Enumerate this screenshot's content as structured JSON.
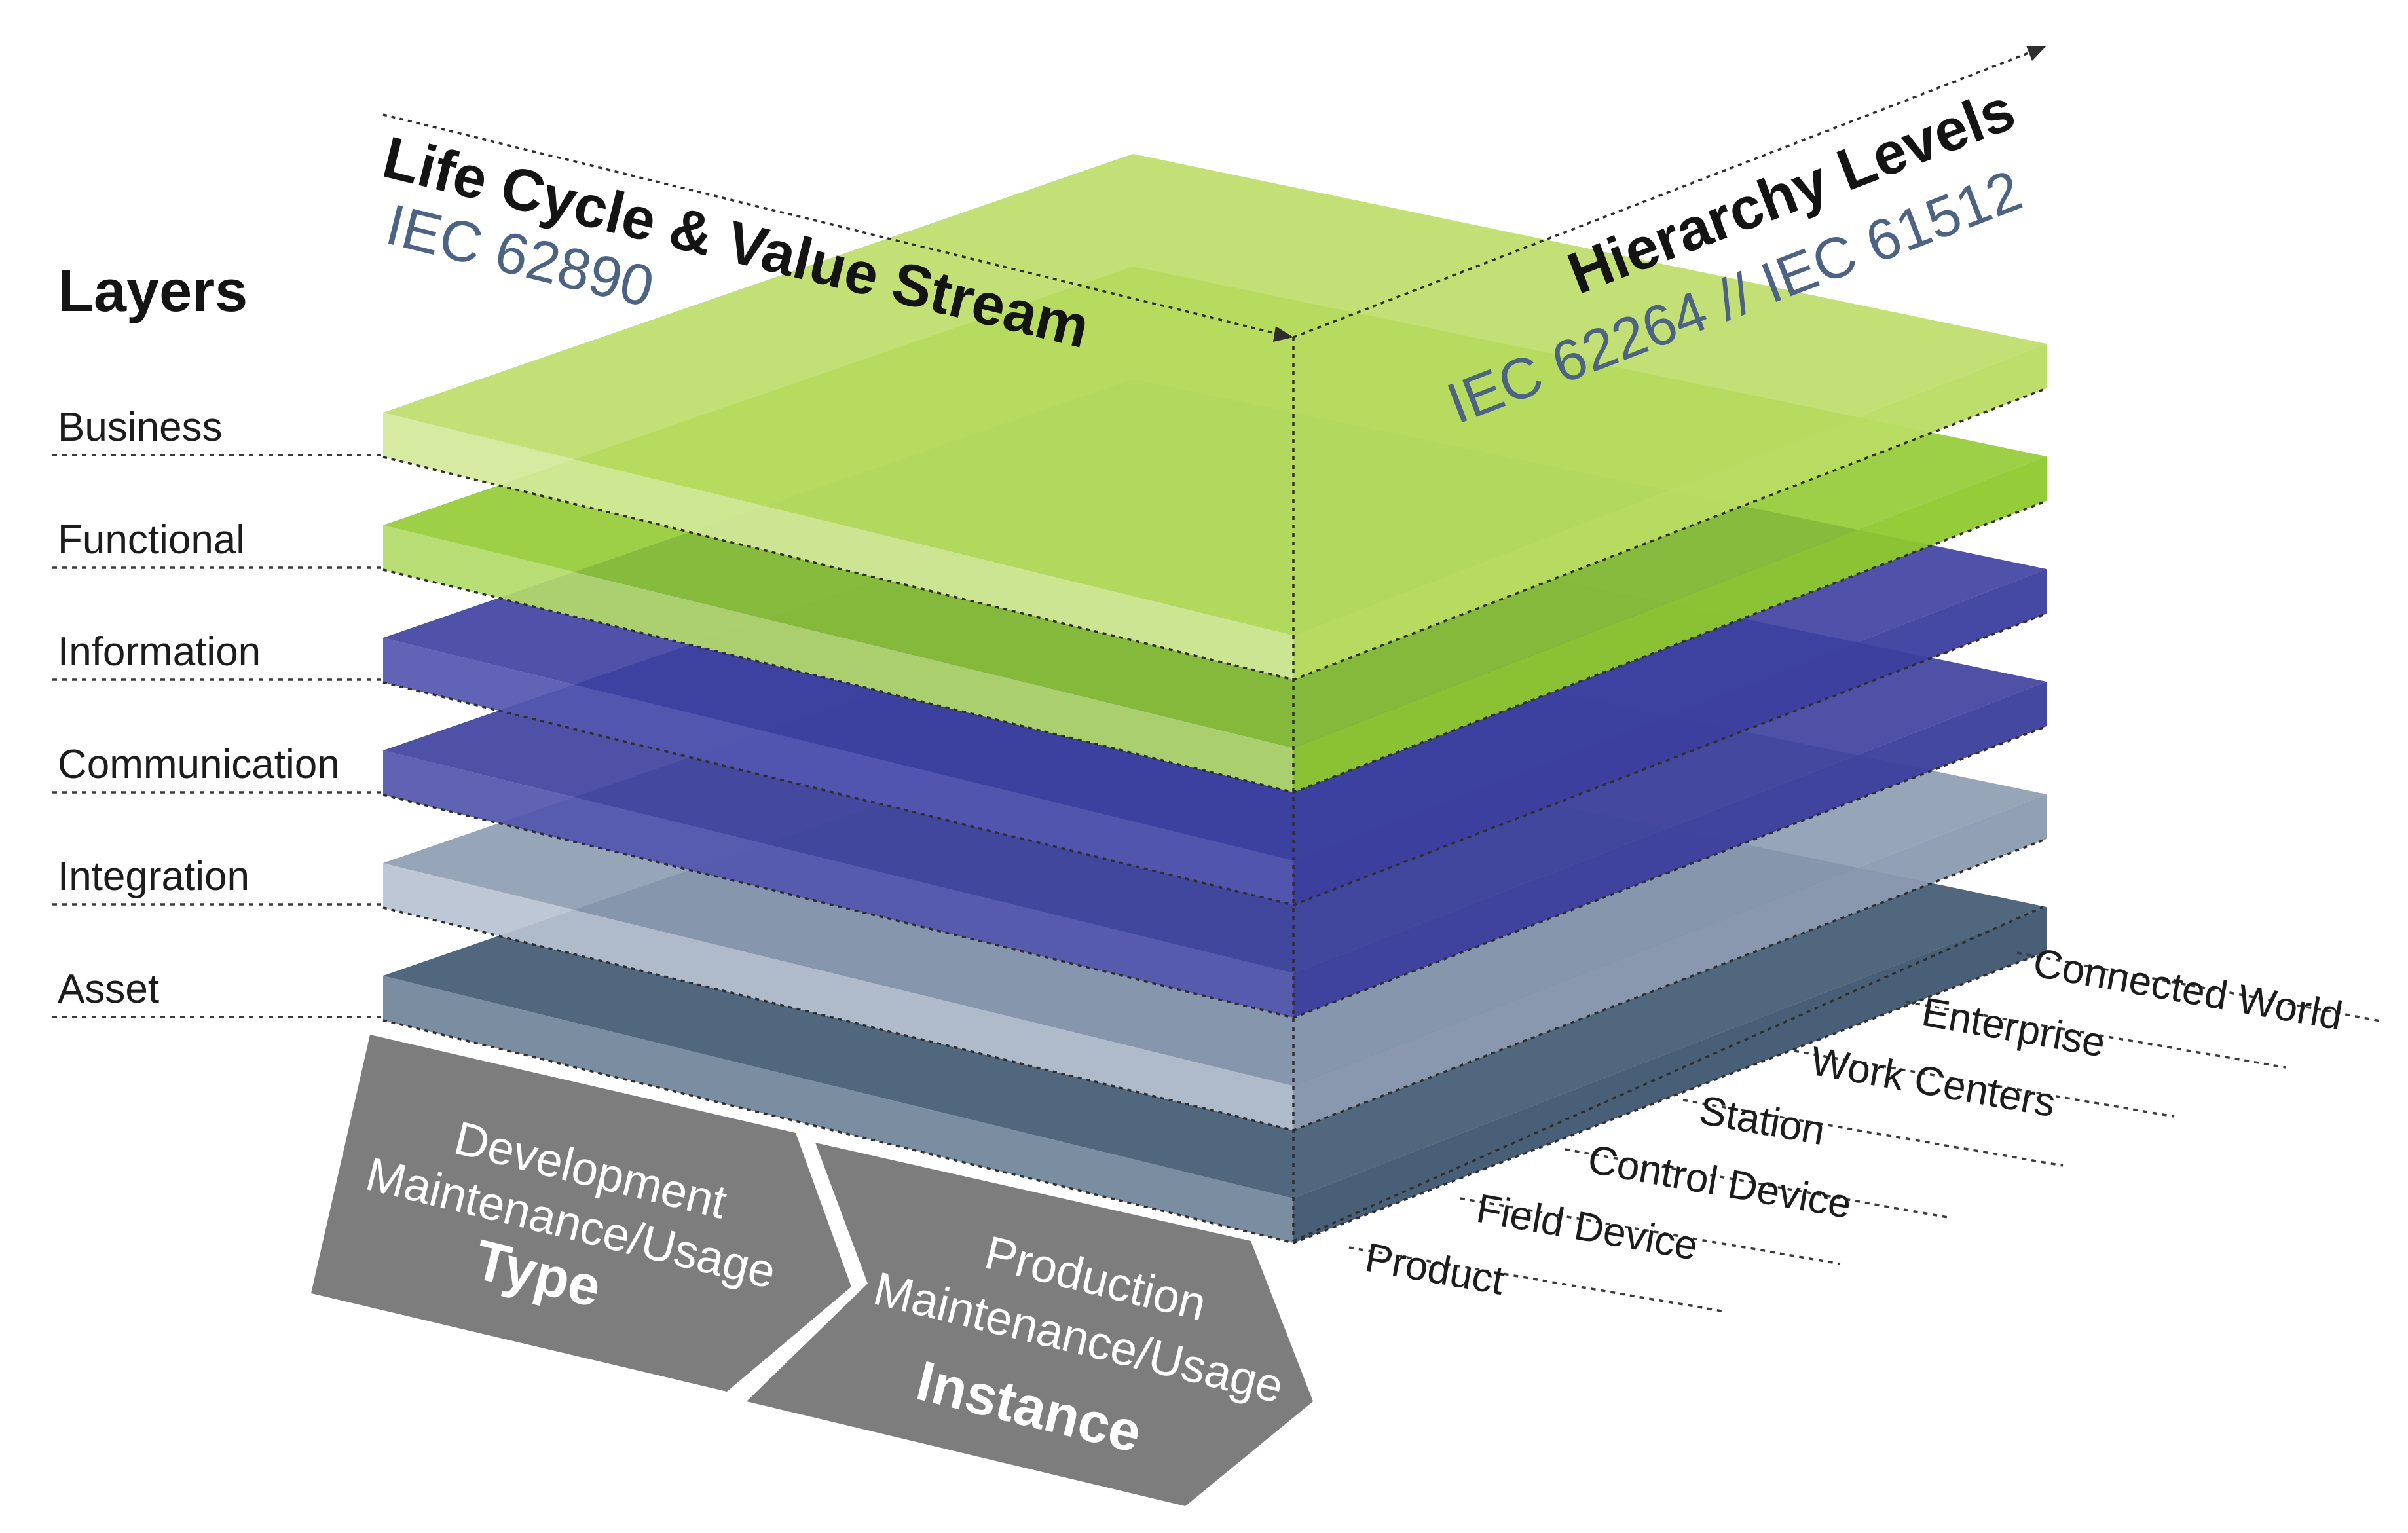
{
  "layers_title": "Layers",
  "layers": [
    {
      "name": "Business",
      "top": "#b9dc63",
      "side": "#d2e89a"
    },
    {
      "name": "Functional",
      "top": "#8fc92e",
      "side": "#b4db6a"
    },
    {
      "name": "Information",
      "top": "#3c3f9e",
      "side": "#5457b0"
    },
    {
      "name": "Communication",
      "top": "#3b3e9c",
      "side": "#5356ae"
    },
    {
      "name": "Integration",
      "top": "#8c9bb1",
      "side": "#b7c2d1"
    },
    {
      "name": "Asset",
      "top": "#3e5670",
      "side": "#6f8399"
    }
  ],
  "axes": {
    "life_cycle": {
      "title": "Life Cycle & Value Stream",
      "standard": "IEC 62890"
    },
    "hierarchy": {
      "title": "Hierarchy Levels",
      "standard": "IEC 62264 // IEC 61512"
    }
  },
  "hierarchy_levels": [
    "Product",
    "Field Device",
    "Control Device",
    "Station",
    "Work Centers",
    "Enterprise",
    "Connected World"
  ],
  "life_cycle_phases": [
    {
      "line1": "Development",
      "line2": "Maintenance/Usage",
      "name": "Type"
    },
    {
      "line1": "Production",
      "line2": "Maintenance/Usage",
      "name": "Instance"
    }
  ],
  "colors": {
    "arrow_fill": "#7d7d7d",
    "text_dark": "#141414",
    "standard_text": "#4c6384"
  }
}
